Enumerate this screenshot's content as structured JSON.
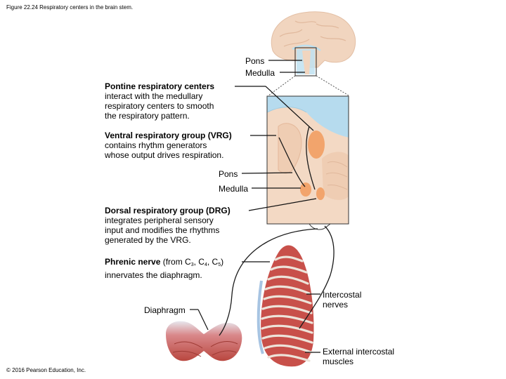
{
  "figure_caption": "Figure 22.24 Respiratory centers in the brain stem.",
  "copyright": "© 2016 Pearson Education, Inc.",
  "labels": {
    "pons_top": "Pons",
    "medulla_top": "Medulla",
    "pons_bottom": "Pons",
    "medulla_bottom": "Medulla",
    "diaphragm": "Diaphragm",
    "intercostal_nerves": "Intercostal\nnerves",
    "external_intercostal_muscles": "External intercostal\nmuscles"
  },
  "callouts": {
    "prc": {
      "title": "Pontine respiratory centers",
      "body": "interact with the medullary\nrespiratory centers to smooth\nthe respiratory pattern."
    },
    "vrg": {
      "title": "Ventral respiratory group (VRG)",
      "body": "contains rhythm generators\nwhose output drives respiration."
    },
    "drg": {
      "title": "Dorsal respiratory group (DRG)",
      "body": "integrates peripheral sensory\ninput and modifies the rhythms\ngenerated by the VRG."
    },
    "phrenic": {
      "title": "Phrenic nerve",
      "from": "(from C",
      "c3": "3",
      "sep1": ", C",
      "c4": "4",
      "sep2": ", C",
      "c5": "5",
      "close": ")",
      "body": "innervates the diaphragm."
    }
  },
  "colors": {
    "brain": "#f3d9c4",
    "csf": "#a9d4ea",
    "center": "#f2a46c",
    "muscle": "#c8504a",
    "rib": "#ece4dc",
    "nerve": "#1a1a1a"
  }
}
